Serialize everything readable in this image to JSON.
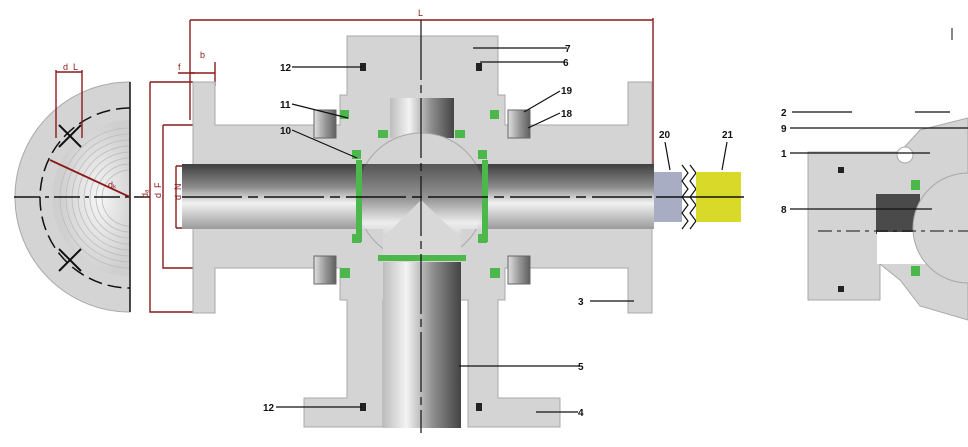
{
  "dimensions": {
    "L": "L",
    "b": "b",
    "f": "f",
    "d_a": "dₐ",
    "d_F": "d_F",
    "d_N": "d_N",
    "d_k": "dₖ",
    "d_L": "d_L"
  },
  "callouts": {
    "c1": "1",
    "c2": "2",
    "c3": "3",
    "c4": "4",
    "c5": "5",
    "c6": "6",
    "c7": "7",
    "c8": "8",
    "c9": "9",
    "c10": "10",
    "c11": "11",
    "c12a": "12",
    "c12b": "12",
    "c18": "18",
    "c19": "19",
    "c20": "20",
    "c21": "21"
  },
  "colors": {
    "body_gray": "#d4d4d4",
    "body_edge": "#a8a8a8",
    "seal_green": "#4cb84c",
    "dim_red": "#8b1a1a",
    "pipe_dark": "#5a5a5a",
    "pipe_light": "#ededed",
    "end_blue": "#a9adc4",
    "end_yellow": "#d9d92a"
  }
}
